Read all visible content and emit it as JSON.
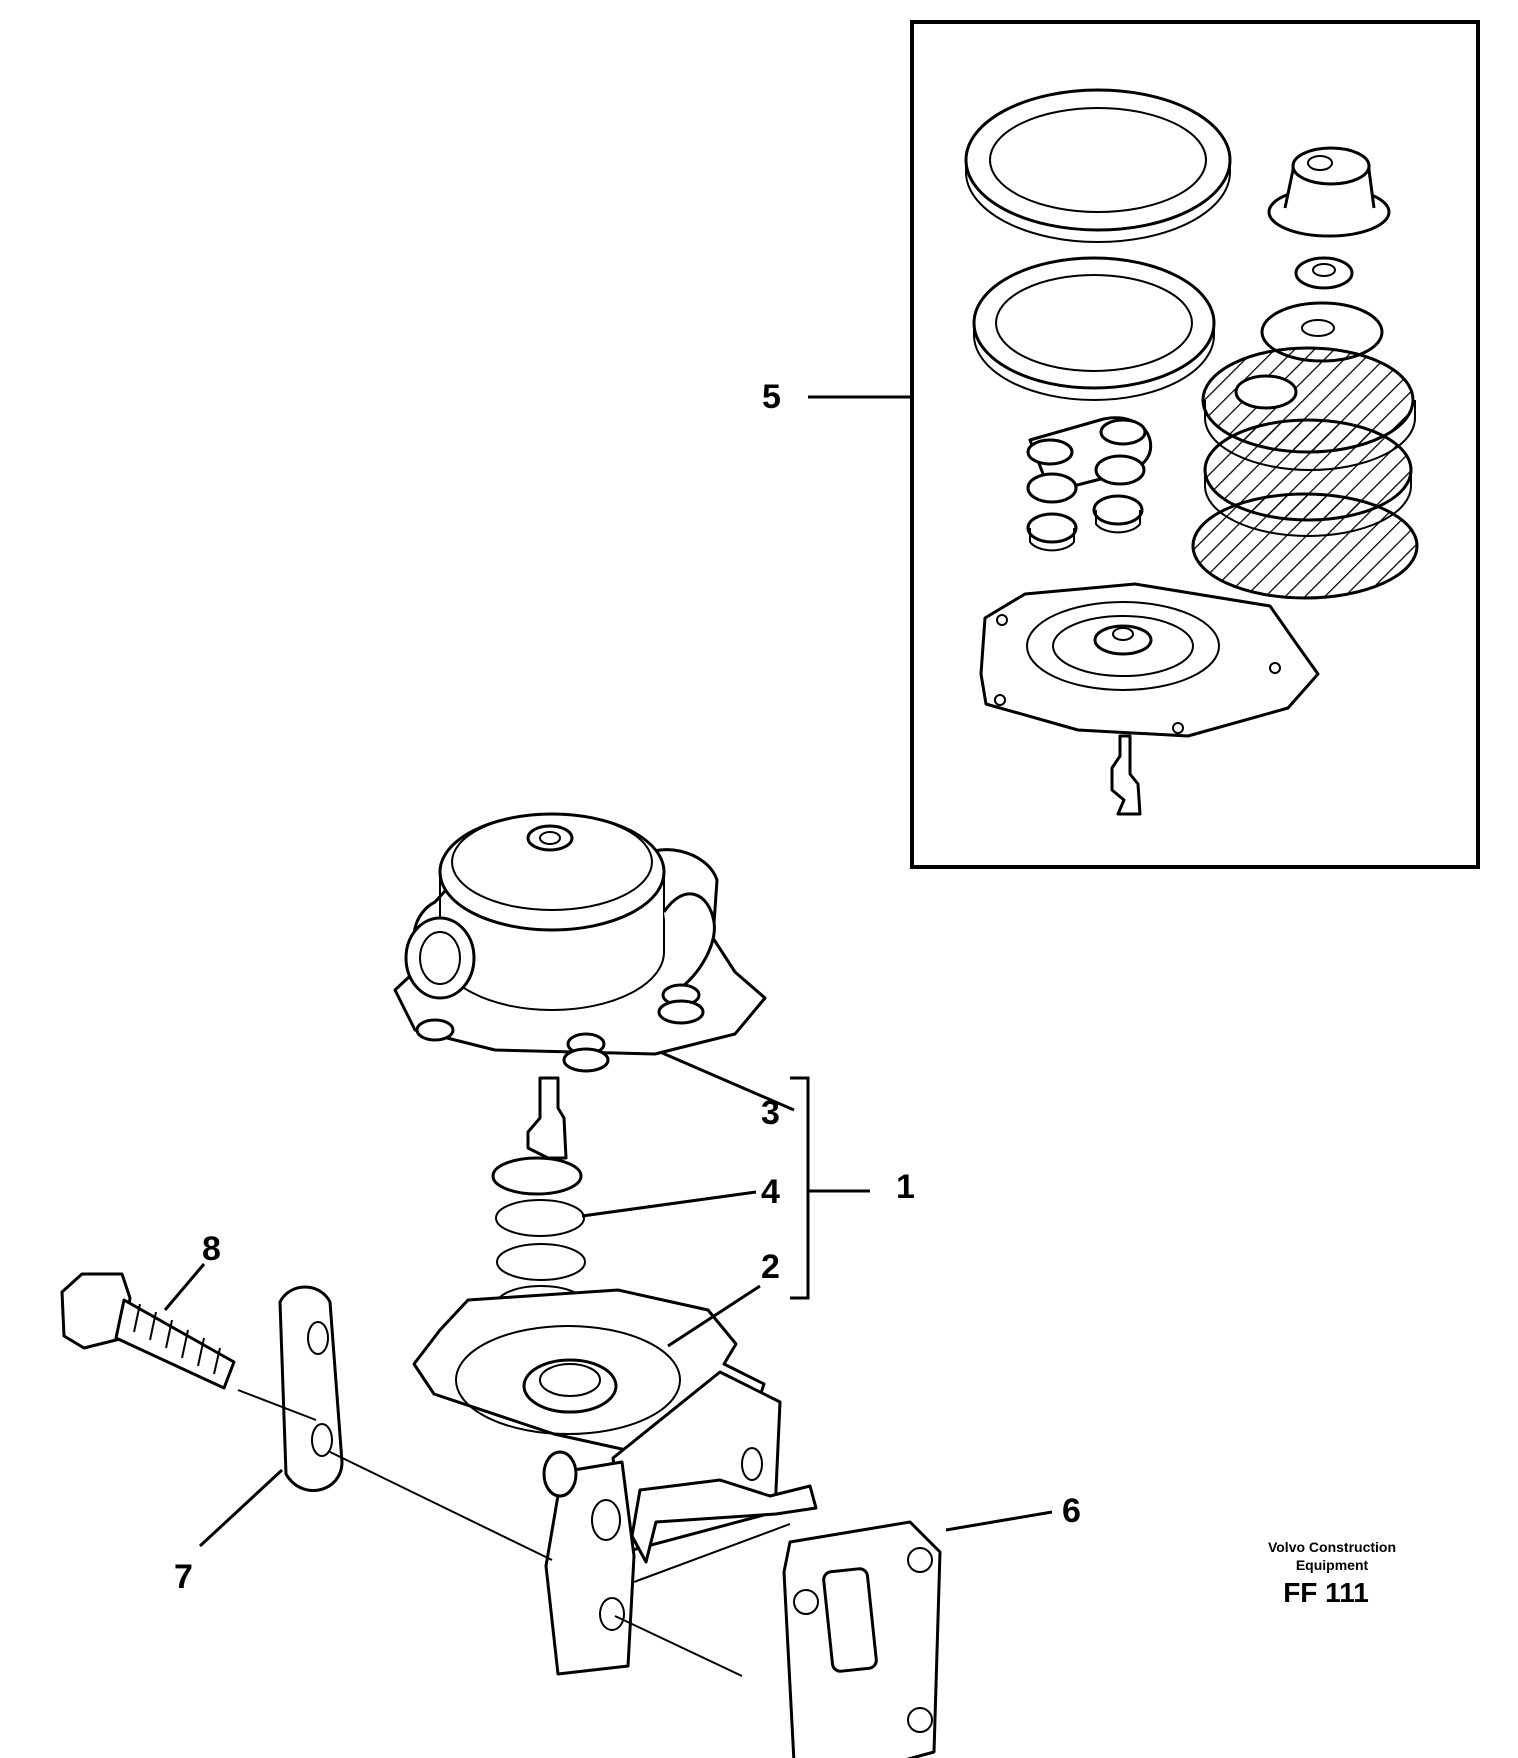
{
  "callouts": {
    "c1": "1",
    "c2": "2",
    "c3": "3",
    "c4": "4",
    "c5": "5",
    "c6": "6",
    "c7": "7",
    "c8": "8"
  },
  "credit": {
    "line1": "Volvo Construction",
    "line2": "Equipment",
    "code": "FF 111"
  }
}
